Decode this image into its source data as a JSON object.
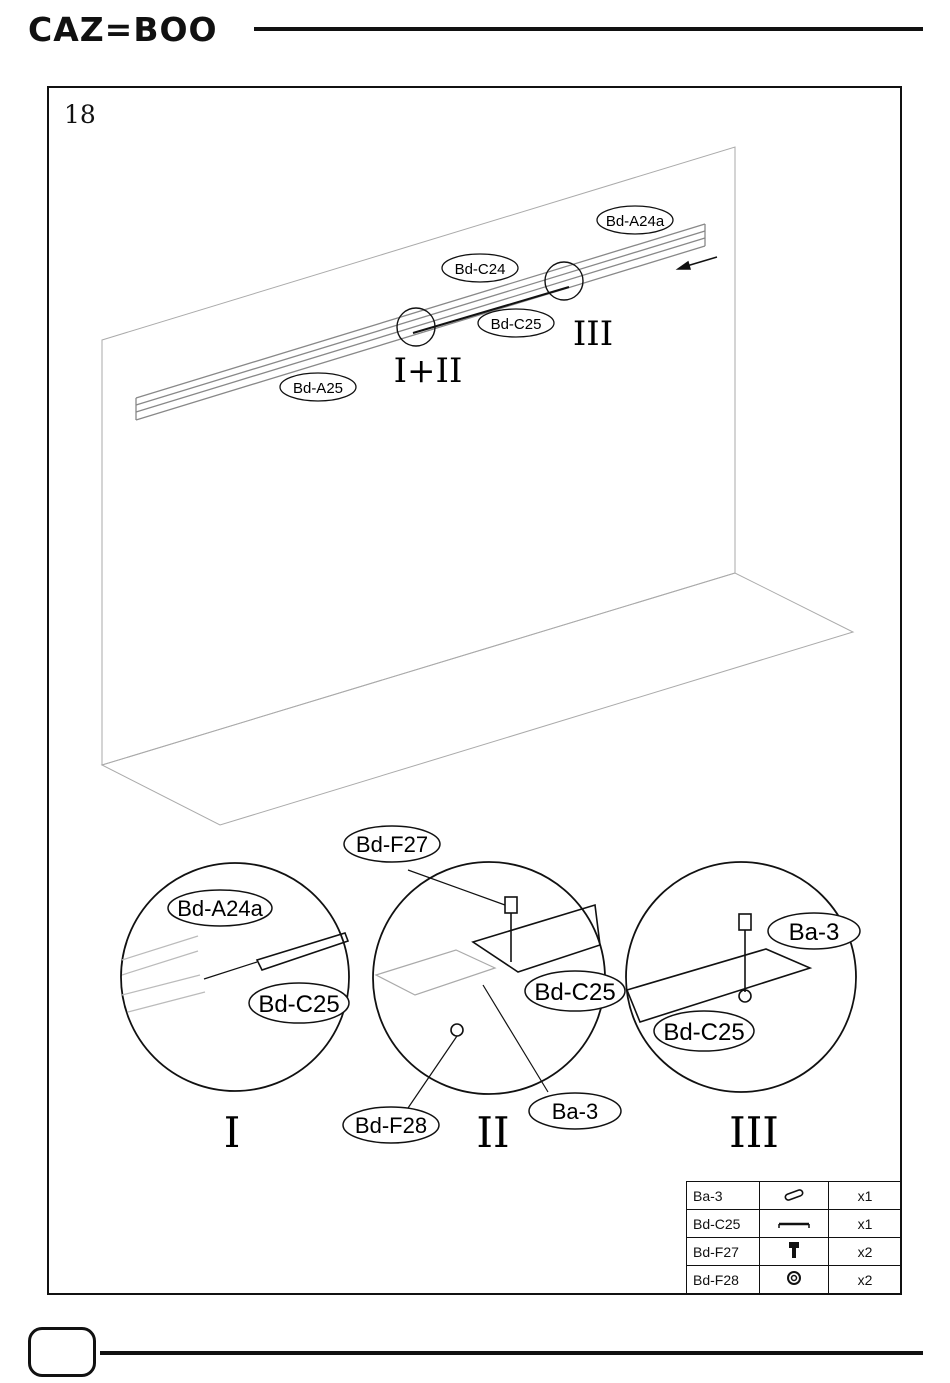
{
  "brand": "CAZ=BOO",
  "step_number": "18",
  "labels": {
    "main_a24a": "Bd-A24a",
    "main_c24": "Bd-C24",
    "main_c25": "Bd-C25",
    "main_a25": "Bd-A25",
    "main_roman_12": "I+II",
    "main_roman_3": "III",
    "detail_f27": "Bd-F27",
    "detail1_a24a": "Bd-A24a",
    "detail1_c25": "Bd-C25",
    "detail2_c25": "Bd-C25",
    "detail2_ba3": "Ba-3",
    "detail2_f28": "Bd-F28",
    "detail3_ba3": "Ba-3",
    "detail3_c25": "Bd-C25",
    "roman_1": "I",
    "roman_2": "II",
    "roman_3": "III"
  },
  "parts_table": [
    {
      "code": "Ba-3",
      "icon": "plate-icon",
      "qty": "x1"
    },
    {
      "code": "Bd-C25",
      "icon": "rail-connector-icon",
      "qty": "x1"
    },
    {
      "code": "Bd-F27",
      "icon": "screw-icon",
      "qty": "x2"
    },
    {
      "code": "Bd-F28",
      "icon": "nut-icon",
      "qty": "x2"
    }
  ]
}
